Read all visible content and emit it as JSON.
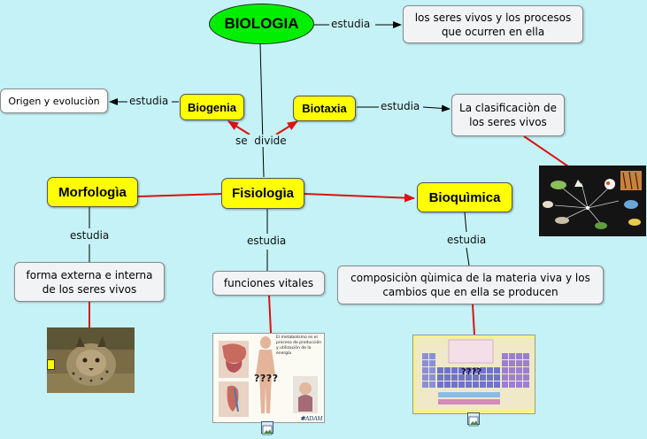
{
  "concepts": {
    "biologia": "BIOLOGIA",
    "seres_vivos": "los seres vivos y los procesos que ocurren en ella",
    "origen": "Origen y evoluciòn",
    "biogenia": "Biogenia",
    "biotaxia": "Biotaxia",
    "clasificacion": "La clasificaciòn de los seres vivos",
    "morfologia": "Morfologìa",
    "fisiologia": "Fisiologìa",
    "bioquimica": "Bioquìmica",
    "forma_externa": "forma externa e interna de los seres vivos",
    "funciones": "funciones vitales",
    "composicion": "composiciòn qùimica de la materia viva  y los cambios que en ella se producen"
  },
  "links": {
    "biologia_estudia": "estudia",
    "biogenia_estudia": "estudia",
    "biotaxia_estudia": "estudia",
    "se_divide": "se  divide",
    "morfologia_estudia": "estudia",
    "fisiologia_estudia": "estudia",
    "bioquimica_estudia": "estudia"
  },
  "images": {
    "physiology_caption": "El metabolismo es el proceso de producción y utilización de la energía",
    "physiology_brand": "✱ADAM",
    "physiology_marks": "????",
    "periodic_marks": "????"
  },
  "colors": {
    "background": "#c4f2f6",
    "root_fill": "#00ee00",
    "concept_fill": "#ffff00",
    "red_connector": "#dd1111",
    "black_connector": "#000000"
  }
}
